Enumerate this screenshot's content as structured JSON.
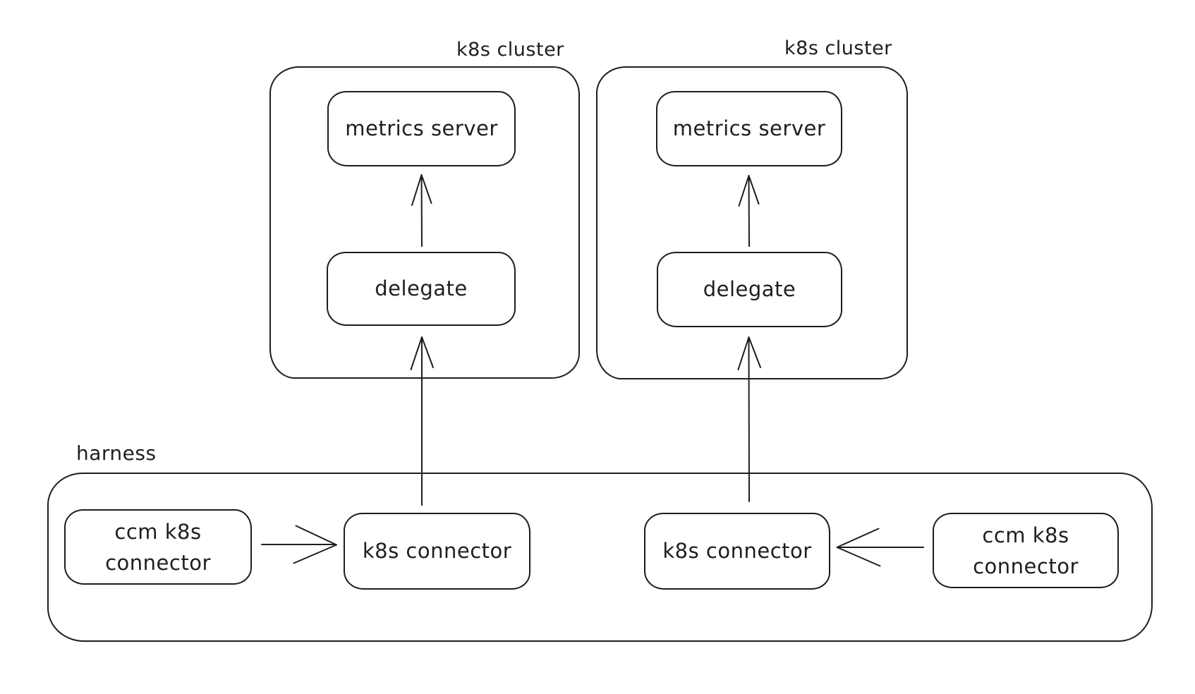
{
  "canvas": {
    "background": "#ffffff",
    "stroke_color": "#1e1e1e"
  },
  "clusters": [
    {
      "label": "k8s cluster",
      "nodes": {
        "metrics_server": "metrics server",
        "delegate": "delegate"
      }
    },
    {
      "label": "k8s cluster",
      "nodes": {
        "metrics_server": "metrics server",
        "delegate": "delegate"
      }
    }
  ],
  "harness": {
    "label": "harness",
    "nodes": {
      "ccm_left": {
        "line1": "ccm k8s",
        "line2": "connector"
      },
      "k8s_connector_left": "k8s connector",
      "k8s_connector_right": "k8s connector",
      "ccm_right": {
        "line1": "ccm k8s",
        "line2": "connector"
      }
    }
  },
  "edges": [
    {
      "from": "delegate (left cluster)",
      "to": "metrics server (left cluster)",
      "direction": "up"
    },
    {
      "from": "k8s connector (left, harness)",
      "to": "delegate (left cluster)",
      "direction": "up"
    },
    {
      "from": "ccm k8s connector (left, harness)",
      "to": "k8s connector (left, harness)",
      "direction": "right"
    },
    {
      "from": "delegate (right cluster)",
      "to": "metrics server (right cluster)",
      "direction": "up"
    },
    {
      "from": "k8s connector (right, harness)",
      "to": "delegate (right cluster)",
      "direction": "up"
    },
    {
      "from": "ccm k8s connector (right, harness)",
      "to": "k8s connector (right, harness)",
      "direction": "left"
    }
  ]
}
